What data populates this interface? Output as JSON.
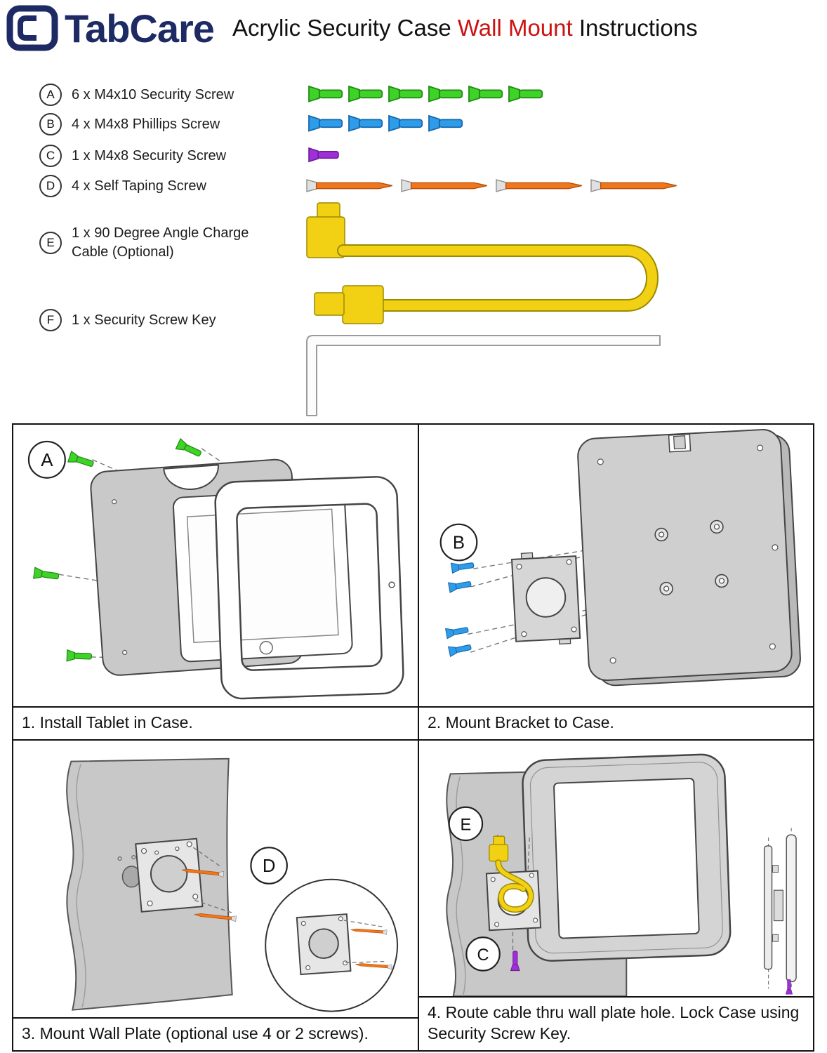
{
  "header": {
    "brand": "TabCare",
    "title": {
      "prefix": "Acrylic Security Case ",
      "highlight": "Wall Mount",
      "suffix": " Instructions"
    }
  },
  "colors": {
    "brand_navy": "#1e2a63",
    "title_red": "#cc1111",
    "screw_green": "#3fd228",
    "screw_blue": "#2f9ce8",
    "screw_purple": "#9f2fd6",
    "screw_orange": "#f0761c",
    "cable_yellow": "#f2d013",
    "case_gray": "#c9c9c9"
  },
  "parts": [
    {
      "id": "A",
      "label": "6 x M4x10 Security Screw"
    },
    {
      "id": "B",
      "label": "4 x M4x8 Phillips Screw"
    },
    {
      "id": "C",
      "label": "1 x M4x8 Security Screw"
    },
    {
      "id": "D",
      "label": "4 x Self Taping Screw"
    },
    {
      "id": "E",
      "label": "1 x 90 Degree Angle Charge Cable (Optional)"
    },
    {
      "id": "F",
      "label": "1 x Security Screw Key"
    }
  ],
  "steps": [
    {
      "badges": [
        "A"
      ],
      "caption": "1. Install Tablet in Case."
    },
    {
      "badges": [
        "B"
      ],
      "caption": "2. Mount Bracket to Case."
    },
    {
      "badges": [
        "D"
      ],
      "caption": "3. Mount Wall Plate (optional use 4 or 2 screws)."
    },
    {
      "badges": [
        "E",
        "C"
      ],
      "caption": "4. Route cable thru wall plate hole. Lock Case using Security Screw Key."
    }
  ]
}
